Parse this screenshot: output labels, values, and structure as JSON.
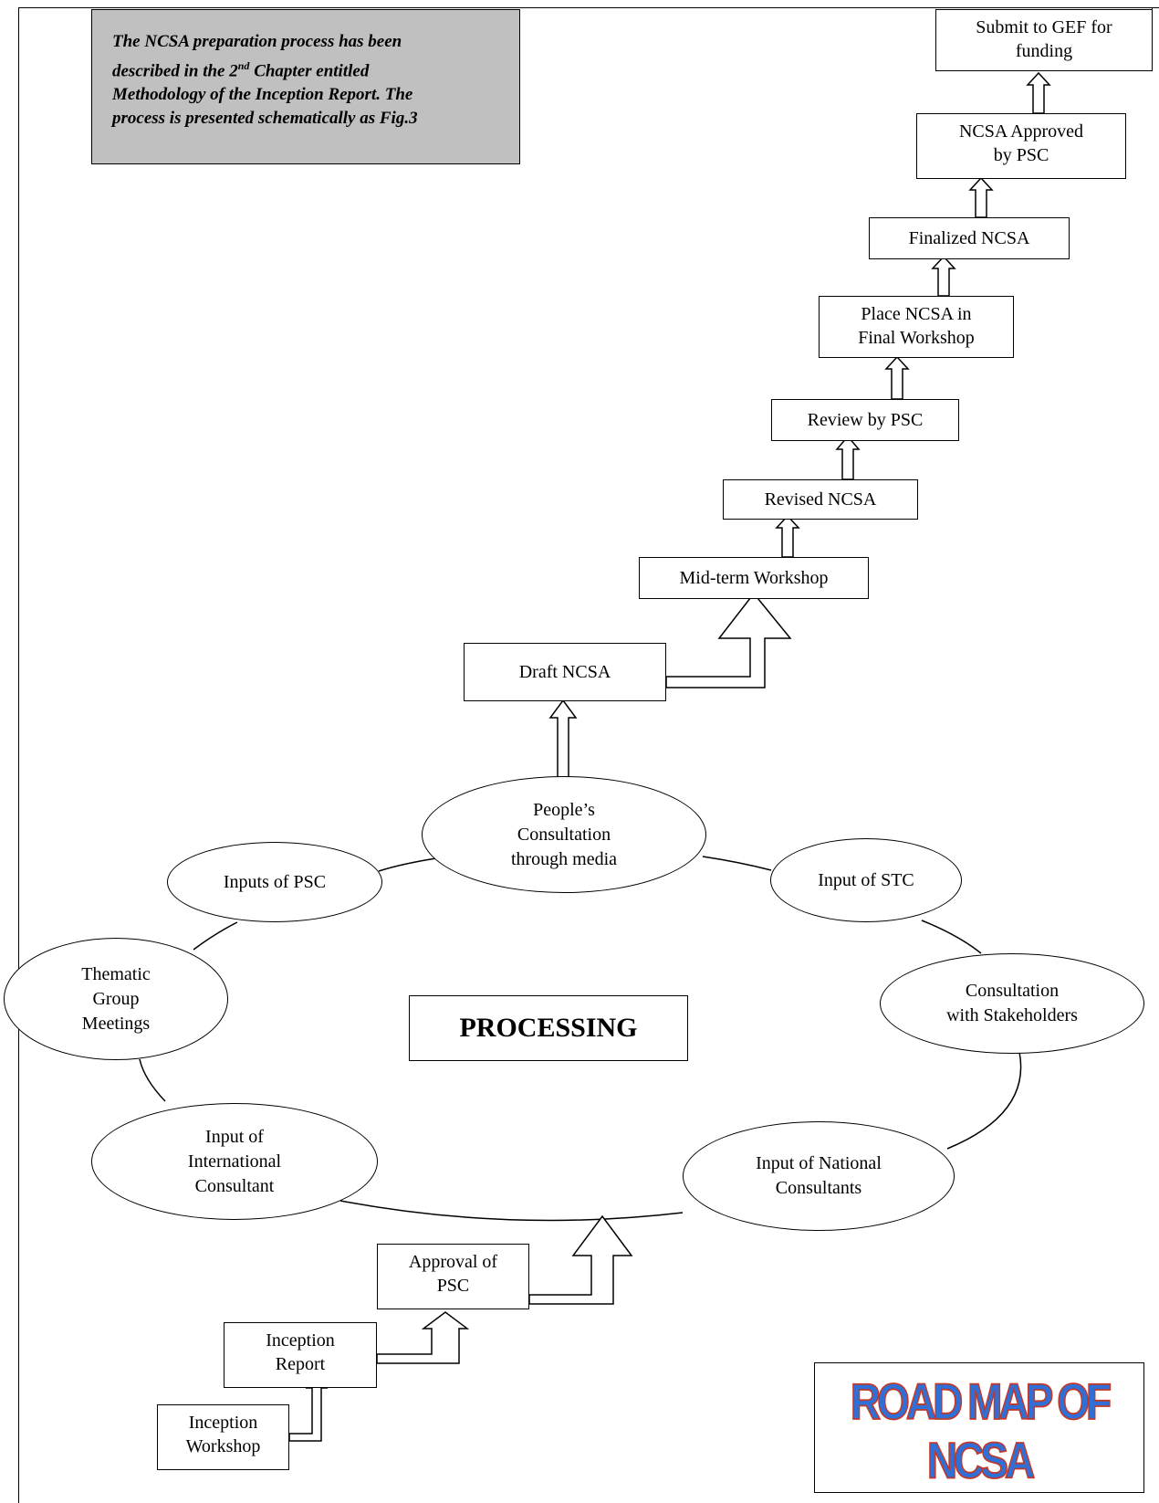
{
  "note": {
    "line1": "The NCSA preparation process has been",
    "line2_pre": "described in the 2",
    "line2_sup": "nd",
    "line2_post": " Chapter entitled",
    "line3": "Methodology of the Inception Report. The",
    "line4": "process is presented schematically as Fig.3"
  },
  "steps": {
    "submit_gef": [
      "Submit to GEF for",
      "funding"
    ],
    "ncsa_approved": [
      "NCSA Approved",
      "by PSC"
    ],
    "finalized": "Finalized NCSA",
    "place_final": [
      "Place NCSA in",
      "Final Workshop"
    ],
    "review_psc": "Review by PSC",
    "revised": "Revised NCSA",
    "midterm": "Mid-term Workshop",
    "draft": "Draft NCSA",
    "approval_psc": [
      "Approval of",
      "PSC"
    ],
    "inception_report": [
      "Inception",
      "Report"
    ],
    "inception_workshop": [
      "Inception",
      "Workshop"
    ]
  },
  "cycle": {
    "center_label": "PROCESSING",
    "peoples": [
      "People’s",
      "Consultation",
      "through media"
    ],
    "psc_inputs": "Inputs of PSC",
    "stc_input": "Input of STC",
    "thematic": [
      "Thematic",
      "Group",
      "Meetings"
    ],
    "stakeholders": [
      "Consultation",
      "with Stakeholders"
    ],
    "international": [
      "Input of",
      "International",
      "Consultant"
    ],
    "national": [
      "Input of National",
      "Consultants"
    ]
  },
  "logo": "ROAD MAP OF NCSA"
}
